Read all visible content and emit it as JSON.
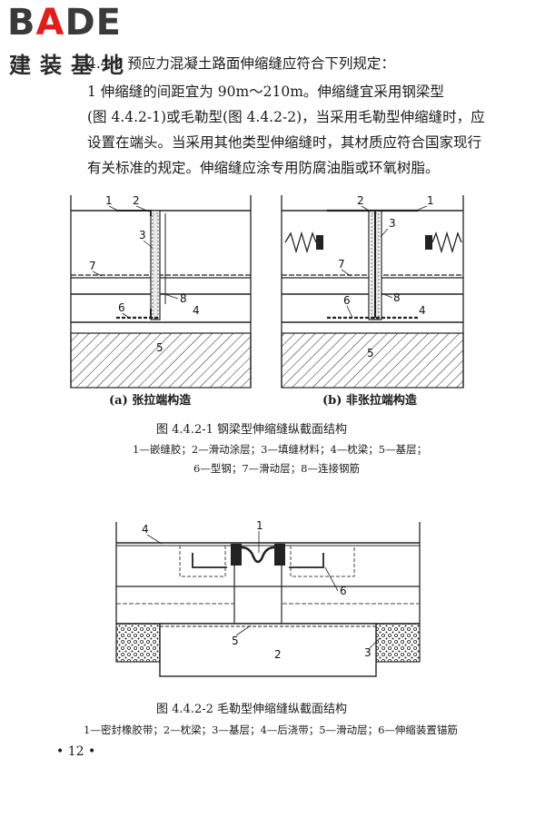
{
  "logo": {
    "letters_pre": "B",
    "letter_accent": "A",
    "letters_post": "DE",
    "subtitle": "建装基地"
  },
  "text": {
    "line1": "4.4.2 预应力混凝土路面伸缩缝应符合下列规定：",
    "line2": "1  伸缩缝的间距宜为 90m～210m。伸缩缝宜采用钢梁型",
    "line3": "(图 4.4.2-1)或毛勒型(图 4.4.2-2)，当采用毛勒型伸缩缝时，应",
    "line4": "设置在端头。当采用其他类型伸缩缝时，其材质应符合国家现行",
    "line5": "有关标准的规定。伸缩缝应涂专用防腐油脂或环氧树脂。"
  },
  "figure1": {
    "sub_a": "(a) 张拉端构造",
    "sub_b": "(b) 非张拉端构造",
    "title": "图 4.4.2-1   钢梁型伸缩缝纵截面结构",
    "legend1": "1—嵌缝胶；2—滑动涂层；3—填缝材料；4—枕梁；5—基层；",
    "legend2": "6—型钢；7—滑动层；8—连接钢筋",
    "a_labels": {
      "n1": "1",
      "n2": "2",
      "n3": "3",
      "n4": "4",
      "n5": "5",
      "n6": "6",
      "n7": "7",
      "n8": "8"
    },
    "b_labels": {
      "n1": "1",
      "n2": "2",
      "n3": "3",
      "n4": "4",
      "n5": "5",
      "n6": "6",
      "n7": "7",
      "n8": "8"
    }
  },
  "figure2": {
    "title": "图 4.4.2-2   毛勒型伸缩缝纵截面结构",
    "legend": "1—密封橡胶带；2—枕梁；3—基层；4—后浇带；5—滑动层；6—伸缩装置锚筋",
    "labels": {
      "n1": "1",
      "n2": "2",
      "n3": "3",
      "n4": "4",
      "n5": "5",
      "n6": "6"
    }
  },
  "page_number": "• 12 •"
}
